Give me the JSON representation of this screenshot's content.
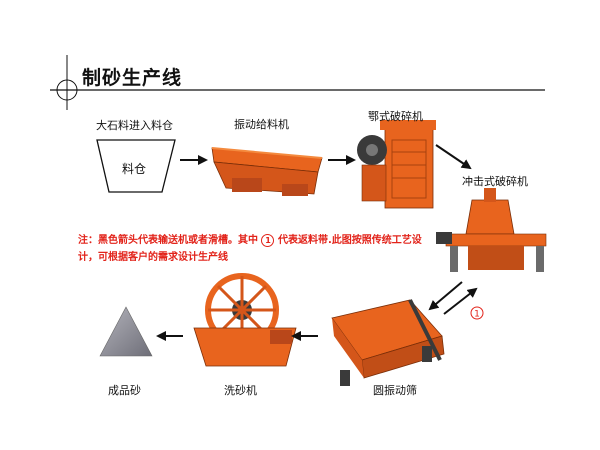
{
  "title": "制砂生产线",
  "nodes": {
    "bin": {
      "label": "大石料进入料仓",
      "inner_label": "料仓"
    },
    "feeder": {
      "label": "振动给料机"
    },
    "jaw_crusher": {
      "label": "鄂式破碎机"
    },
    "impact_crusher": {
      "label": "冲击式破碎机"
    },
    "screen": {
      "label": "圆振动筛"
    },
    "washer": {
      "label": "洗砂机"
    },
    "product": {
      "label": "成品砂"
    }
  },
  "note": {
    "part1": "注：黑色箭头代表输送机或者滑槽。其中",
    "circle": "1",
    "part2": "代表返料带.此图按照传统工艺设计，可根据客户的需求设计生产线"
  },
  "return_marker": "1",
  "colors": {
    "machine_orange": "#e8641e",
    "machine_dark": "#3a3a3a",
    "note_red": "#e2231a",
    "arrow_black": "#111111",
    "sand_gray": "#8a8a92"
  }
}
